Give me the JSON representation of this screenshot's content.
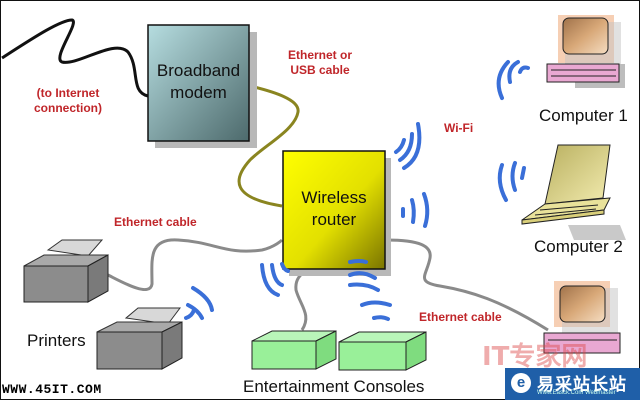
{
  "diagram": {
    "title": "Home wireless network",
    "nodes": {
      "modem": {
        "line1": "Broadband",
        "line2": "modem"
      },
      "router": {
        "line1": "Wireless",
        "line2": "router"
      },
      "computer1": {
        "label": "Computer 1"
      },
      "computer2": {
        "label": "Computer 2"
      },
      "printers": {
        "label": "Printers"
      },
      "consoles": {
        "label": "Entertainment Consoles"
      }
    },
    "annotations": {
      "internet": {
        "line1": "(to Internet",
        "line2": "connection)"
      },
      "modem_link": {
        "line1": "Ethernet or",
        "line2": "USB cable"
      },
      "wifi": "Wi-Fi",
      "printer_cable": "Ethernet cable",
      "computer3_cable": "Ethernet cable"
    },
    "colors": {
      "annotation_red": "#c0262a",
      "wifi_blue": "#3a6fd8",
      "modem_link": "#8a8520",
      "ethernet_gray": "#8a8a8a",
      "router_fill": "#f0f000",
      "modem_fill": "#8fb9bd",
      "console_fill": "#99f099",
      "printer_fill": "#8c8c8c"
    }
  },
  "watermarks": {
    "site1": "WWW.45IT.COM",
    "site2_cn": "易采站长站",
    "site2_sub": "Www.Easck.Com  Webmaster",
    "site3_cn": "IT专家网",
    "logo_glyph": "e"
  }
}
